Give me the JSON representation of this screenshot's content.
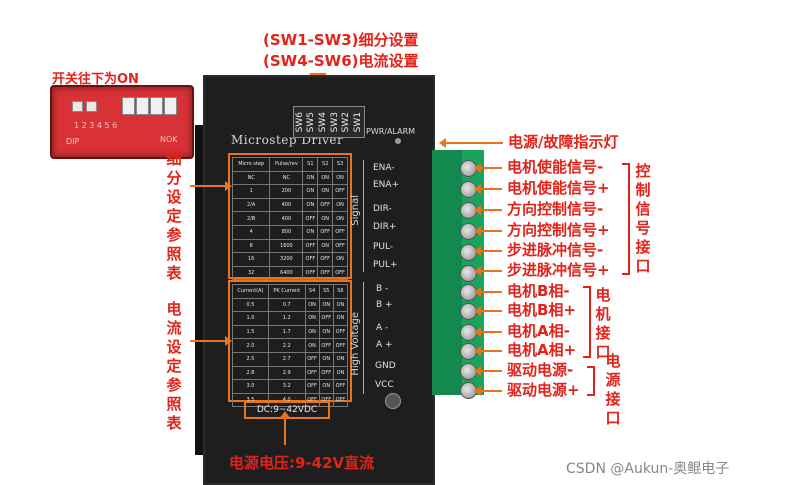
{
  "top": {
    "line1": "(SW1-SW3)细分设置",
    "line2": "(SW4-SW6)电流设置"
  },
  "dip": {
    "label": "开关往下为ON",
    "numbers": "1 2 3 4 5 6",
    "dip_text": "DIP",
    "nok_text": "NOK"
  },
  "driver": {
    "title": "Microstep Driver",
    "switches": [
      "SW6",
      "SW5",
      "SW4",
      "SW3",
      "SW2",
      "SW1"
    ],
    "pwr_alarm": "PWR/ALARM",
    "signal": "Signal",
    "high_voltage": "High Voltage",
    "dc": "DC:9~42VDC",
    "pins": [
      "ENA-",
      "ENA+",
      "DIR-",
      "DIR+",
      "PUL-",
      "PUL+",
      "B -",
      "B +",
      "A -",
      "A +",
      "GND",
      "VCC"
    ],
    "micro_table": {
      "headers": [
        "Micro step",
        "Pulse/rev",
        "S1",
        "S2",
        "S3"
      ],
      "rows": [
        [
          "NC",
          "NC",
          "ON",
          "ON",
          "ON"
        ],
        [
          "1",
          "200",
          "ON",
          "ON",
          "OFF"
        ],
        [
          "2/A",
          "400",
          "ON",
          "OFF",
          "ON"
        ],
        [
          "2/B",
          "400",
          "OFF",
          "ON",
          "ON"
        ],
        [
          "4",
          "800",
          "ON",
          "OFF",
          "OFF"
        ],
        [
          "8",
          "1600",
          "OFF",
          "ON",
          "OFF"
        ],
        [
          "16",
          "3200",
          "OFF",
          "OFF",
          "ON"
        ],
        [
          "32",
          "6400",
          "OFF",
          "OFF",
          "OFF"
        ]
      ]
    },
    "current_table": {
      "headers": [
        "Current(A)",
        "PK Current",
        "S4",
        "S5",
        "S6"
      ],
      "rows": [
        [
          "0.5",
          "0.7",
          "ON",
          "ON",
          "ON"
        ],
        [
          "1.0",
          "1.2",
          "ON",
          "OFF",
          "ON"
        ],
        [
          "1.5",
          "1.7",
          "ON",
          "ON",
          "OFF"
        ],
        [
          "2.0",
          "2.2",
          "ON",
          "OFF",
          "OFF"
        ],
        [
          "2.5",
          "2.7",
          "OFF",
          "ON",
          "ON"
        ],
        [
          "2.8",
          "2.9",
          "OFF",
          "OFF",
          "ON"
        ],
        [
          "3.0",
          "3.2",
          "OFF",
          "ON",
          "OFF"
        ],
        [
          "3.5",
          "4.0",
          "OFF",
          "OFF",
          "OFF"
        ]
      ]
    }
  },
  "left_labels": {
    "subdiv": "细分设定参照表",
    "current": "电流设定参照表"
  },
  "right_labels": {
    "power_led": "电源/故障指示灯",
    "signals": [
      "电机使能信号-",
      "电机使能信号+",
      "方向控制信号-",
      "方向控制信号+",
      "步进脉冲信号-",
      "步进脉冲信号+"
    ],
    "motor": [
      "电机B相-",
      "电机B相+",
      "电机A相-",
      "电机A相+"
    ],
    "power": [
      "驱动电源-",
      "驱动电源+"
    ],
    "group_control": "控制信号接口",
    "group_motor": "电机接口",
    "group_power": "电源接口"
  },
  "bottom": {
    "voltage": "电源电压:9-42V直流",
    "watermark": "CSDN @Aukun-奥鲲电子"
  },
  "colors": {
    "accent": "#e2231a",
    "arrow": "#e8741b",
    "terminal": "#19a35c",
    "body": "#1e1e1e"
  }
}
